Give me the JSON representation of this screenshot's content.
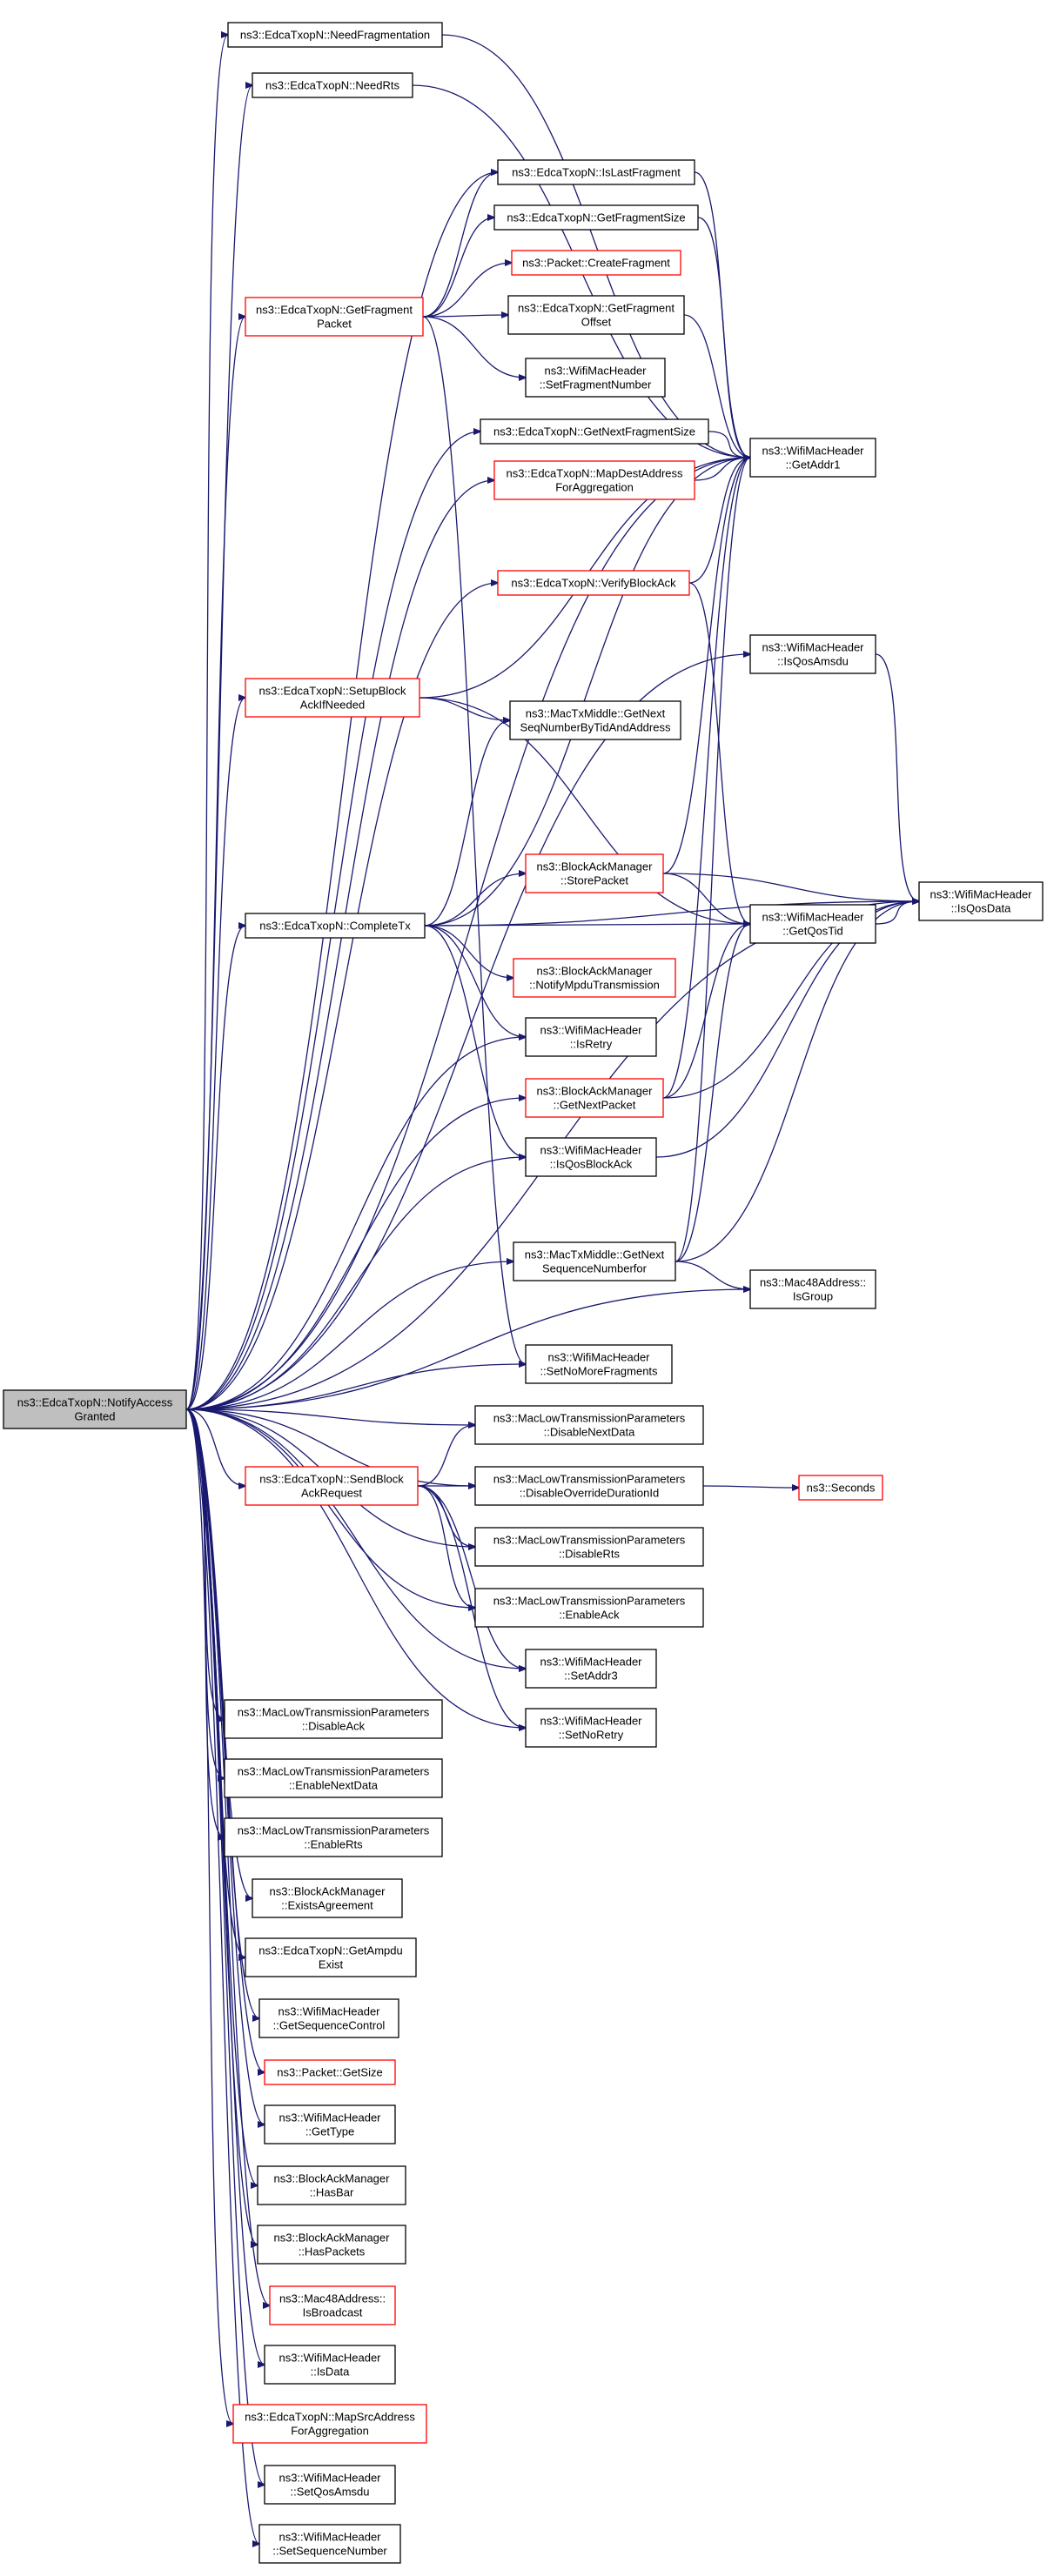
{
  "colors": {
    "edge": "#191970",
    "node_border": "#000000",
    "node_border_incomplete": "#ff0000",
    "root_fill": "#bfbfbf"
  },
  "nodes": [
    {
      "id": "notify",
      "lines": [
        "ns3::EdcaTxopN::NotifyAccess",
        "Granted"
      ],
      "style": "root"
    },
    {
      "id": "needfrag",
      "lines": [
        "ns3::EdcaTxopN::NeedFragmentation"
      ],
      "style": "normal"
    },
    {
      "id": "needrts",
      "lines": [
        "ns3::EdcaTxopN::NeedRts"
      ],
      "style": "normal"
    },
    {
      "id": "islastfrag",
      "lines": [
        "ns3::EdcaTxopN::IsLastFragment"
      ],
      "style": "normal"
    },
    {
      "id": "getfragsize",
      "lines": [
        "ns3::EdcaTxopN::GetFragmentSize"
      ],
      "style": "normal"
    },
    {
      "id": "createfrag",
      "lines": [
        "ns3::Packet::CreateFragment"
      ],
      "style": "red"
    },
    {
      "id": "getfragpkt",
      "lines": [
        "ns3::EdcaTxopN::GetFragment",
        "Packet"
      ],
      "style": "red"
    },
    {
      "id": "getfragoff",
      "lines": [
        "ns3::EdcaTxopN::GetFragment",
        "Offset"
      ],
      "style": "normal"
    },
    {
      "id": "setfragnum",
      "lines": [
        "ns3::WifiMacHeader",
        "::SetFragmentNumber"
      ],
      "style": "normal"
    },
    {
      "id": "getnextfragsize",
      "lines": [
        "ns3::EdcaTxopN::GetNextFragmentSize"
      ],
      "style": "normal"
    },
    {
      "id": "getaddr1",
      "lines": [
        "ns3::WifiMacHeader",
        "::GetAddr1"
      ],
      "style": "normal"
    },
    {
      "id": "mapdest",
      "lines": [
        "ns3::EdcaTxopN::MapDestAddress",
        "ForAggregation"
      ],
      "style": "red"
    },
    {
      "id": "verifyba",
      "lines": [
        "ns3::EdcaTxopN::VerifyBlockAck"
      ],
      "style": "red"
    },
    {
      "id": "isqosamsdu",
      "lines": [
        "ns3::WifiMacHeader",
        "::IsQosAmsdu"
      ],
      "style": "normal"
    },
    {
      "id": "setupba",
      "lines": [
        "ns3::EdcaTxopN::SetupBlock",
        "AckIfNeeded"
      ],
      "style": "red"
    },
    {
      "id": "getnextseqtid",
      "lines": [
        "ns3::MacTxMiddle::GetNext",
        "SeqNumberByTidAndAddress"
      ],
      "style": "normal"
    },
    {
      "id": "storepacket",
      "lines": [
        "ns3::BlockAckManager",
        "::StorePacket"
      ],
      "style": "red"
    },
    {
      "id": "isqosdata",
      "lines": [
        "ns3::WifiMacHeader",
        "::IsQosData"
      ],
      "style": "normal"
    },
    {
      "id": "completetx",
      "lines": [
        "ns3::EdcaTxopN::CompleteTx"
      ],
      "style": "normal"
    },
    {
      "id": "getqostid",
      "lines": [
        "ns3::WifiMacHeader",
        "::GetQosTid"
      ],
      "style": "normal"
    },
    {
      "id": "notifympdu",
      "lines": [
        "ns3::BlockAckManager",
        "::NotifyMpduTransmission"
      ],
      "style": "red"
    },
    {
      "id": "isretry",
      "lines": [
        "ns3::WifiMacHeader",
        "::IsRetry"
      ],
      "style": "normal"
    },
    {
      "id": "getnextpacket",
      "lines": [
        "ns3::BlockAckManager",
        "::GetNextPacket"
      ],
      "style": "red"
    },
    {
      "id": "isqosblockack",
      "lines": [
        "ns3::WifiMacHeader",
        "::IsQosBlockAck"
      ],
      "style": "normal"
    },
    {
      "id": "getnextseqfor",
      "lines": [
        "ns3::MacTxMiddle::GetNext",
        "SequenceNumberfor"
      ],
      "style": "normal"
    },
    {
      "id": "isgroup",
      "lines": [
        "ns3::Mac48Address::",
        "IsGroup"
      ],
      "style": "normal"
    },
    {
      "id": "setnomorefrag",
      "lines": [
        "ns3::WifiMacHeader",
        "::SetNoMoreFragments"
      ],
      "style": "normal"
    },
    {
      "id": "disablenextdata",
      "lines": [
        "ns3::MacLowTransmissionParameters",
        "::DisableNextData"
      ],
      "style": "normal"
    },
    {
      "id": "sendbar",
      "lines": [
        "ns3::EdcaTxopN::SendBlock",
        "AckRequest"
      ],
      "style": "red"
    },
    {
      "id": "disableoverride",
      "lines": [
        "ns3::MacLowTransmissionParameters",
        "::DisableOverrideDurationId"
      ],
      "style": "normal"
    },
    {
      "id": "seconds",
      "lines": [
        "ns3::Seconds"
      ],
      "style": "red"
    },
    {
      "id": "disablerts",
      "lines": [
        "ns3::MacLowTransmissionParameters",
        "::DisableRts"
      ],
      "style": "normal"
    },
    {
      "id": "enableack",
      "lines": [
        "ns3::MacLowTransmissionParameters",
        "::EnableAck"
      ],
      "style": "normal"
    },
    {
      "id": "setaddr3",
      "lines": [
        "ns3::WifiMacHeader",
        "::SetAddr3"
      ],
      "style": "normal"
    },
    {
      "id": "setnoretry",
      "lines": [
        "ns3::WifiMacHeader",
        "::SetNoRetry"
      ],
      "style": "normal"
    },
    {
      "id": "disableack",
      "lines": [
        "ns3::MacLowTransmissionParameters",
        "::DisableAck"
      ],
      "style": "normal"
    },
    {
      "id": "enablenextdata",
      "lines": [
        "ns3::MacLowTransmissionParameters",
        "::EnableNextData"
      ],
      "style": "normal"
    },
    {
      "id": "enablerts",
      "lines": [
        "ns3::MacLowTransmissionParameters",
        "::EnableRts"
      ],
      "style": "normal"
    },
    {
      "id": "existsagreement",
      "lines": [
        "ns3::BlockAckManager",
        "::ExistsAgreement"
      ],
      "style": "normal"
    },
    {
      "id": "getampdu",
      "lines": [
        "ns3::EdcaTxopN::GetAmpdu",
        "Exist"
      ],
      "style": "normal"
    },
    {
      "id": "getseqctrl",
      "lines": [
        "ns3::WifiMacHeader",
        "::GetSequenceControl"
      ],
      "style": "normal"
    },
    {
      "id": "pktgetsize",
      "lines": [
        "ns3::Packet::GetSize"
      ],
      "style": "red"
    },
    {
      "id": "gettype",
      "lines": [
        "ns3::WifiMacHeader",
        "::GetType"
      ],
      "style": "normal"
    },
    {
      "id": "hasbar",
      "lines": [
        "ns3::BlockAckManager",
        "::HasBar"
      ],
      "style": "normal"
    },
    {
      "id": "haspackets",
      "lines": [
        "ns3::BlockAckManager",
        "::HasPackets"
      ],
      "style": "normal"
    },
    {
      "id": "isbroadcast",
      "lines": [
        "ns3::Mac48Address::",
        "IsBroadcast"
      ],
      "style": "red"
    },
    {
      "id": "isdata",
      "lines": [
        "ns3::WifiMacHeader",
        "::IsData"
      ],
      "style": "normal"
    },
    {
      "id": "mapsrc",
      "lines": [
        "ns3::EdcaTxopN::MapSrcAddress",
        "ForAggregation"
      ],
      "style": "red"
    },
    {
      "id": "setqosamsdu",
      "lines": [
        "ns3::WifiMacHeader",
        "::SetQosAmsdu"
      ],
      "style": "normal"
    },
    {
      "id": "setseqnum",
      "lines": [
        "ns3::WifiMacHeader",
        "::SetSequenceNumber"
      ],
      "style": "normal"
    }
  ],
  "edges": [
    [
      "notify",
      "needfrag"
    ],
    [
      "notify",
      "needrts"
    ],
    [
      "notify",
      "islastfrag"
    ],
    [
      "notify",
      "getfragpkt"
    ],
    [
      "notify",
      "getnextfragsize"
    ],
    [
      "notify",
      "mapdest"
    ],
    [
      "notify",
      "verifyba"
    ],
    [
      "notify",
      "isqosamsdu"
    ],
    [
      "notify",
      "setupba"
    ],
    [
      "notify",
      "completetx"
    ],
    [
      "notify",
      "isretry"
    ],
    [
      "notify",
      "getnextpacket"
    ],
    [
      "notify",
      "isqosblockack"
    ],
    [
      "notify",
      "getnextseqfor"
    ],
    [
      "notify",
      "isgroup"
    ],
    [
      "notify",
      "setnomorefrag"
    ],
    [
      "notify",
      "disablenextdata"
    ],
    [
      "notify",
      "sendbar"
    ],
    [
      "notify",
      "disableoverride"
    ],
    [
      "notify",
      "disablerts"
    ],
    [
      "notify",
      "enableack"
    ],
    [
      "notify",
      "setaddr3"
    ],
    [
      "notify",
      "setnoretry"
    ],
    [
      "notify",
      "disableack"
    ],
    [
      "notify",
      "enablenextdata"
    ],
    [
      "notify",
      "enablerts"
    ],
    [
      "notify",
      "existsagreement"
    ],
    [
      "notify",
      "getampdu"
    ],
    [
      "notify",
      "getseqctrl"
    ],
    [
      "notify",
      "pktgetsize"
    ],
    [
      "notify",
      "gettype"
    ],
    [
      "notify",
      "hasbar"
    ],
    [
      "notify",
      "haspackets"
    ],
    [
      "notify",
      "isbroadcast"
    ],
    [
      "notify",
      "isdata"
    ],
    [
      "notify",
      "mapsrc"
    ],
    [
      "notify",
      "setqosamsdu"
    ],
    [
      "notify",
      "setseqnum"
    ],
    [
      "notify",
      "getaddr1"
    ],
    [
      "notify",
      "isqosdata"
    ],
    [
      "needfrag",
      "getaddr1"
    ],
    [
      "needrts",
      "getaddr1"
    ],
    [
      "islastfrag",
      "getaddr1"
    ],
    [
      "getfragsize",
      "getaddr1"
    ],
    [
      "getfragpkt",
      "islastfrag"
    ],
    [
      "getfragpkt",
      "getfragsize"
    ],
    [
      "getfragpkt",
      "createfrag"
    ],
    [
      "getfragpkt",
      "getfragoff"
    ],
    [
      "getfragpkt",
      "setfragnum"
    ],
    [
      "getfragpkt",
      "setnomorefrag"
    ],
    [
      "getfragoff",
      "getaddr1"
    ],
    [
      "getnextfragsize",
      "getaddr1"
    ],
    [
      "mapdest",
      "getaddr1"
    ],
    [
      "verifyba",
      "getaddr1"
    ],
    [
      "verifyba",
      "getqostid"
    ],
    [
      "isqosamsdu",
      "isqosdata"
    ],
    [
      "setupba",
      "getaddr1"
    ],
    [
      "setupba",
      "getnextseqtid"
    ],
    [
      "setupba",
      "getqostid"
    ],
    [
      "completetx",
      "getnextseqtid"
    ],
    [
      "completetx",
      "storepacket"
    ],
    [
      "completetx",
      "getqostid"
    ],
    [
      "completetx",
      "notifympdu"
    ],
    [
      "completetx",
      "isretry"
    ],
    [
      "completetx",
      "isqosblockack"
    ],
    [
      "completetx",
      "getaddr1"
    ],
    [
      "completetx",
      "isqosdata"
    ],
    [
      "storepacket",
      "getqostid"
    ],
    [
      "storepacket",
      "isqosdata"
    ],
    [
      "storepacket",
      "getaddr1"
    ],
    [
      "getqostid",
      "isqosdata"
    ],
    [
      "getnextpacket",
      "getqostid"
    ],
    [
      "getnextpacket",
      "isqosdata"
    ],
    [
      "getnextpacket",
      "getaddr1"
    ],
    [
      "isqosblockack",
      "isqosdata"
    ],
    [
      "getnextseqfor",
      "isgroup"
    ],
    [
      "getnextseqfor",
      "getqostid"
    ],
    [
      "getnextseqfor",
      "isqosdata"
    ],
    [
      "getnextseqfor",
      "getaddr1"
    ],
    [
      "sendbar",
      "disablenextdata"
    ],
    [
      "sendbar",
      "disableoverride"
    ],
    [
      "sendbar",
      "disablerts"
    ],
    [
      "sendbar",
      "enableack"
    ],
    [
      "sendbar",
      "setaddr3"
    ],
    [
      "sendbar",
      "setnoretry"
    ],
    [
      "disableoverride",
      "seconds"
    ]
  ]
}
